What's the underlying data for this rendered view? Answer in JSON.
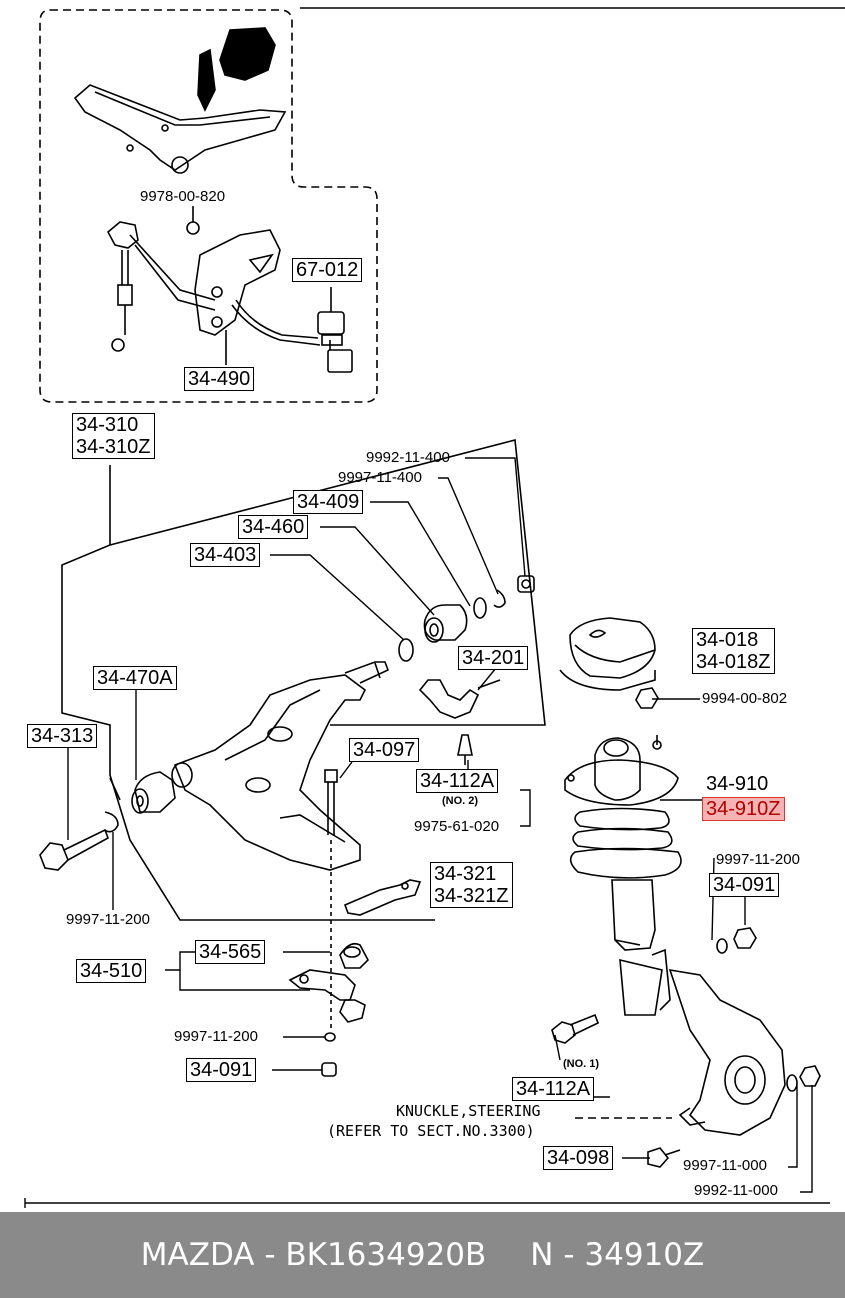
{
  "labels": {
    "l_9978_00_820": "9978-00-820",
    "l_67_012": "67-012",
    "l_34_490": "34-490",
    "l_34_310": [
      "34-310",
      "34-310Z"
    ],
    "l_9992_11_400": "9992-11-400",
    "l_9997_11_400": "9997-11-400",
    "l_34_409": "34-409",
    "l_34_460": "34-460",
    "l_34_403": "34-403",
    "l_34_201": "34-201",
    "l_34_018": [
      "34-018",
      "34-018Z"
    ],
    "l_9994_00_802": "9994-00-802",
    "l_34_470a": "34-470A",
    "l_34_313": "34-313",
    "l_34_097": "34-097",
    "l_34_112a_upper": "34-112A",
    "l_no2": "(NO. 2)",
    "l_9975_61_020": "9975-61-020",
    "l_34_910": "34-910",
    "l_34_910z": "34-910Z",
    "l_9997_11_200_right": "9997-11-200",
    "l_34_091_right": "34-091",
    "l_9997_11_200_left": "9997-11-200",
    "l_34_321": [
      "34-321",
      "34-321Z"
    ],
    "l_34_565": "34-565",
    "l_34_510": "34-510",
    "l_9997_11_200_bottom": "9997-11-200",
    "l_34_091_bottom": "34-091",
    "l_no1": "(NO. 1)",
    "l_34_112a_lower": "34-112A",
    "l_knuckle": [
      "KNUCKLE,STEERING",
      "(REFER TO SECT.NO.3300)"
    ],
    "l_34_098": "34-098",
    "l_9997_11_000": "9997-11-000",
    "l_9992_11_000": "9992-11-000"
  },
  "highlight_color": "#f5b3b3",
  "footer": {
    "brand_part": "MAZDA - BK1634920B",
    "oem": "N - 34910Z"
  }
}
